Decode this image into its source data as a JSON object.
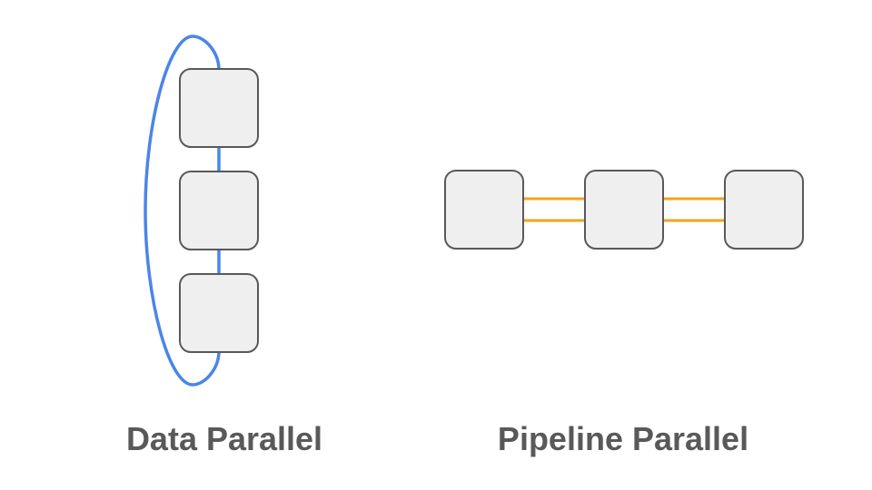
{
  "diagram": {
    "captions": {
      "data_parallel": "Data Parallel",
      "pipeline_parallel": "Pipeline Parallel"
    },
    "data_parallel": {
      "node_count": 3,
      "ring_color": "#4a86e8"
    },
    "pipeline_parallel": {
      "node_count": 3,
      "link_color": "#f6a21c"
    },
    "colors": {
      "node_fill": "#efefef",
      "node_stroke": "#595959",
      "caption_text": "#595959"
    }
  }
}
